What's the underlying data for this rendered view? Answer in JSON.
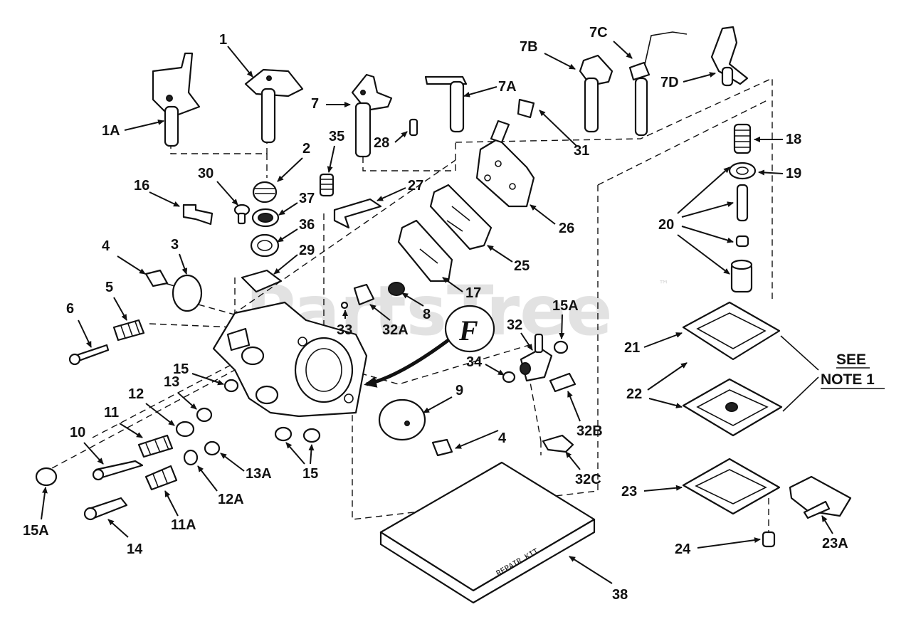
{
  "watermark": {
    "text": "PartsTree",
    "tm": "™"
  },
  "note": {
    "line1": "SEE",
    "line2": "NOTE 1"
  },
  "badge": {
    "letter": "F"
  },
  "repair_kit": {
    "text": "REPAIR KIT"
  },
  "labels": {
    "l1": "1",
    "l1A": "1A",
    "l2": "2",
    "l3": "3",
    "l4a": "4",
    "l4b": "4",
    "l5": "5",
    "l6": "6",
    "l7": "7",
    "l7A": "7A",
    "l7B": "7B",
    "l7C": "7C",
    "l7D": "7D",
    "l8": "8",
    "l9": "9",
    "l10": "10",
    "l11": "11",
    "l11A": "11A",
    "l12": "12",
    "l12A": "12A",
    "l13": "13",
    "l13A": "13A",
    "l14": "14",
    "l15a": "15",
    "l15b": "15",
    "l15A_left": "15A",
    "l15A_right": "15A",
    "l16": "16",
    "l17": "17",
    "l18": "18",
    "l19": "19",
    "l20": "20",
    "l21": "21",
    "l22": "22",
    "l23": "23",
    "l23A": "23A",
    "l24": "24",
    "l25": "25",
    "l26": "26",
    "l27": "27",
    "l28": "28",
    "l29": "29",
    "l30": "30",
    "l31": "31",
    "l32": "32",
    "l32A": "32A",
    "l32B": "32B",
    "l32C": "32C",
    "l33": "33",
    "l34": "34",
    "l35": "35",
    "l36": "36",
    "l37": "37",
    "l38": "38"
  }
}
